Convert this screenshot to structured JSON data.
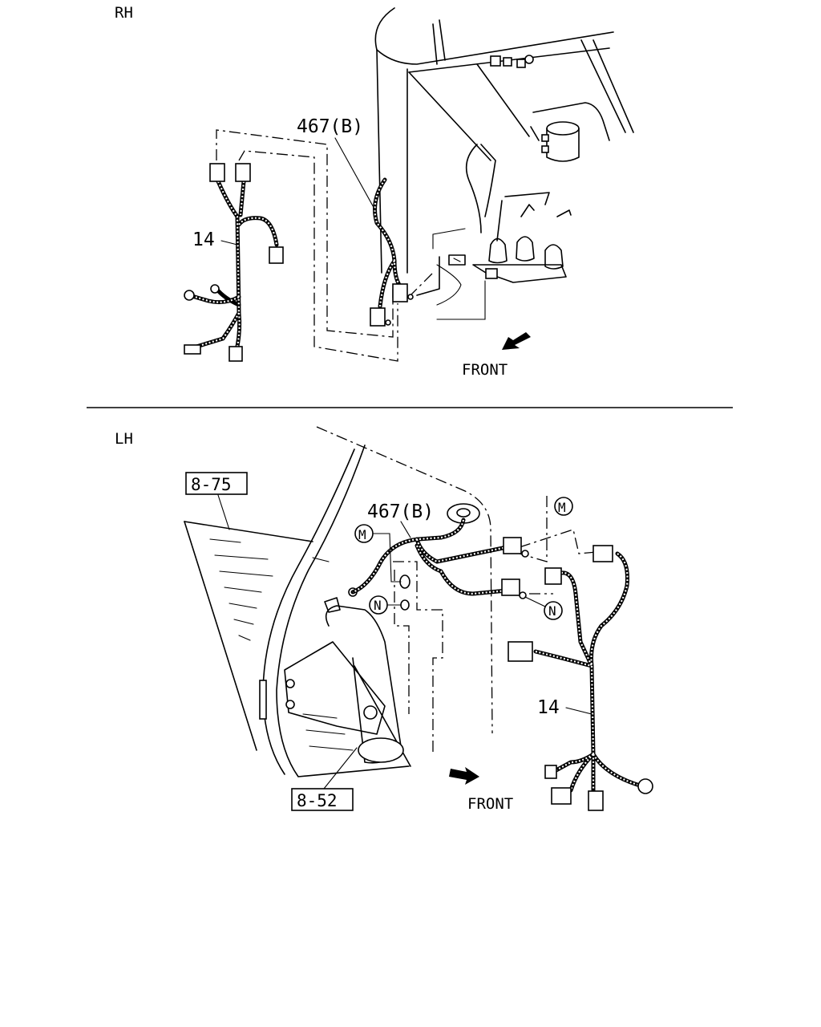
{
  "sections": {
    "rh": {
      "title": "RH",
      "harness_label": "14",
      "wire_label": "467(B)",
      "front_label": "FRONT"
    },
    "lh": {
      "title": "LH",
      "harness_label": "14",
      "wire_label": "467(B)",
      "front_label": "FRONT",
      "ref_top": "8-75",
      "ref_bottom": "8-52",
      "marker_m": "M",
      "marker_n": "N"
    }
  }
}
